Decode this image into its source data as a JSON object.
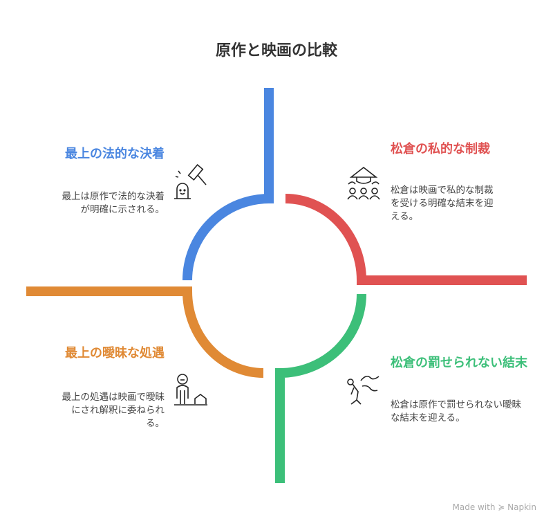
{
  "title": "原作と映画の比較",
  "colors": {
    "blue": "#4a86e0",
    "red": "#e05252",
    "green": "#3cbf79",
    "orange": "#e08a35"
  },
  "quadrants": {
    "top_left": {
      "heading": "最上の法的な決着",
      "description": "最上は原作で法的な決着が明確に示される。",
      "icon": "gavel-icon"
    },
    "top_right": {
      "heading": "松倉の私的な制裁",
      "description": "松倉は映画で私的な制裁を受ける明確な結末を迎える。",
      "icon": "crowd-icon"
    },
    "bottom_left": {
      "heading": "最上の曖昧な処遇",
      "description": "最上の処遇は映画で曖昧にされ解釈に委ねられる。",
      "icon": "person-house-icon"
    },
    "bottom_right": {
      "heading": "松倉の罰せられない結末",
      "description": "松倉は原作で罰せられない曖昧な結末を迎える。",
      "icon": "escaping-person-icon"
    }
  },
  "footer": "Made with ≽ Napkin"
}
